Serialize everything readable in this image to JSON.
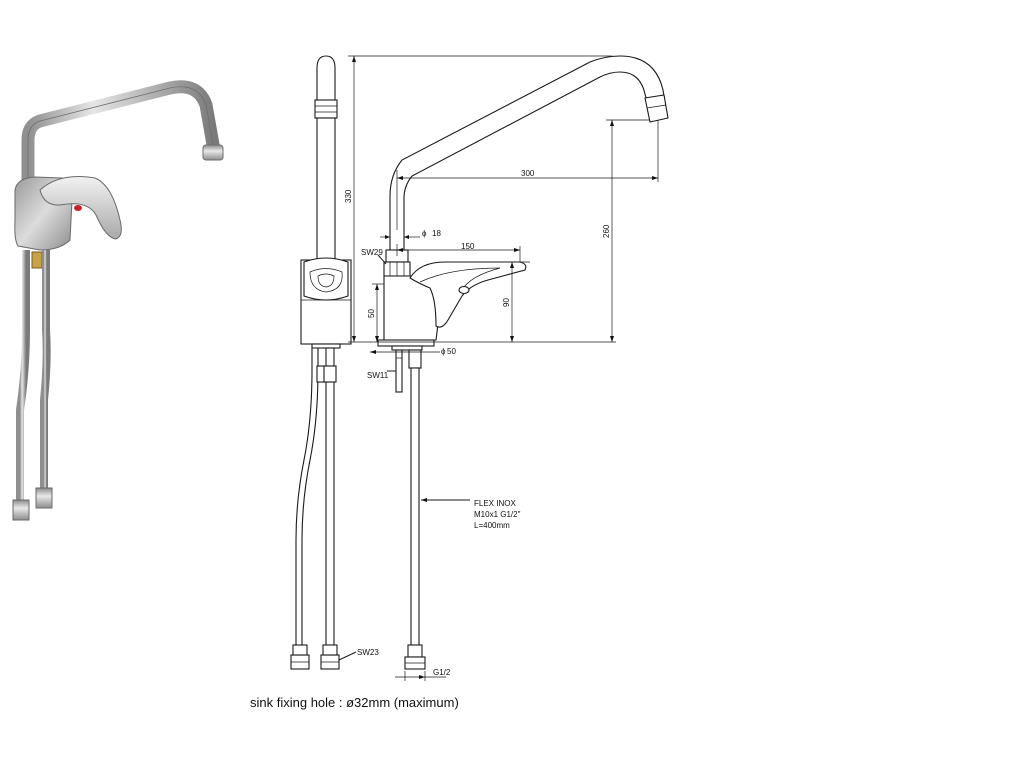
{
  "dimensions": {
    "height_total": "330",
    "spout_reach": "300",
    "spout_height": "260",
    "spout_tube_dia": "18",
    "lever_length": "150",
    "body_height_lever": "90",
    "body_height": "50",
    "base_dia": "50",
    "wrench_nut": "SW29",
    "wrench_fixing": "SW11",
    "wrench_hose": "SW23",
    "hose_thread": "G1/2"
  },
  "hose_note": {
    "line1": "FLEX INOX",
    "line2": "M10x1   G1/2\"",
    "line3": "L=400mm"
  },
  "footer": "sink fixing hole : ø32mm (maximum)"
}
